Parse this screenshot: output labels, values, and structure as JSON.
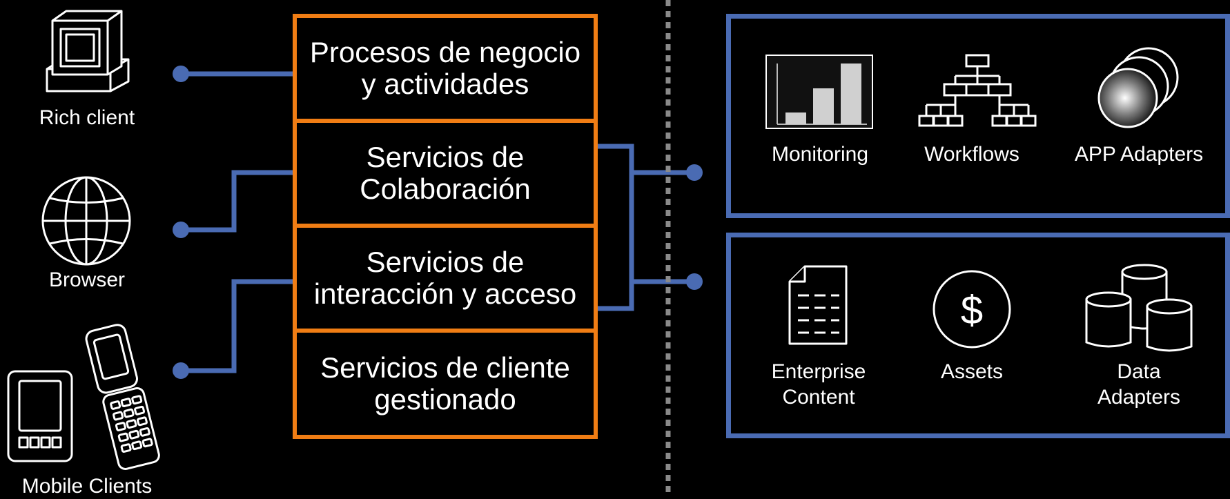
{
  "colors": {
    "orange": "#f07d14",
    "blue": "#4a6bb3",
    "background": "#000000",
    "divider": "#8a8a8a"
  },
  "clients": [
    {
      "label": "Rich client",
      "icon": "desktop-computer-icon"
    },
    {
      "label": "Browser",
      "icon": "globe-icon"
    },
    {
      "label": "Mobile Clients",
      "icon": "mobile-devices-icon"
    }
  ],
  "layers": [
    {
      "line1": "Procesos de negocio",
      "line2": "y actividades"
    },
    {
      "line1": "Servicios de",
      "line2": "Colaboración"
    },
    {
      "line1": "Servicios de",
      "line2": "interacción y acceso"
    },
    {
      "line1": "Servicios de cliente",
      "line2": "gestionado"
    }
  ],
  "process_panel": {
    "items": [
      {
        "label": "Monitoring",
        "icon": "bar-chart-icon"
      },
      {
        "label": "Workflows",
        "icon": "org-chart-icon"
      },
      {
        "label": "APP Adapters",
        "icon": "discs-icon"
      }
    ]
  },
  "info_panel": {
    "items": [
      {
        "line1": "Enterprise",
        "line2": "Content",
        "icon": "document-icon"
      },
      {
        "line1": "Assets",
        "line2": "",
        "icon": "dollar-icon"
      },
      {
        "line1": "Data",
        "line2": "Adapters",
        "icon": "databases-icon"
      }
    ]
  }
}
